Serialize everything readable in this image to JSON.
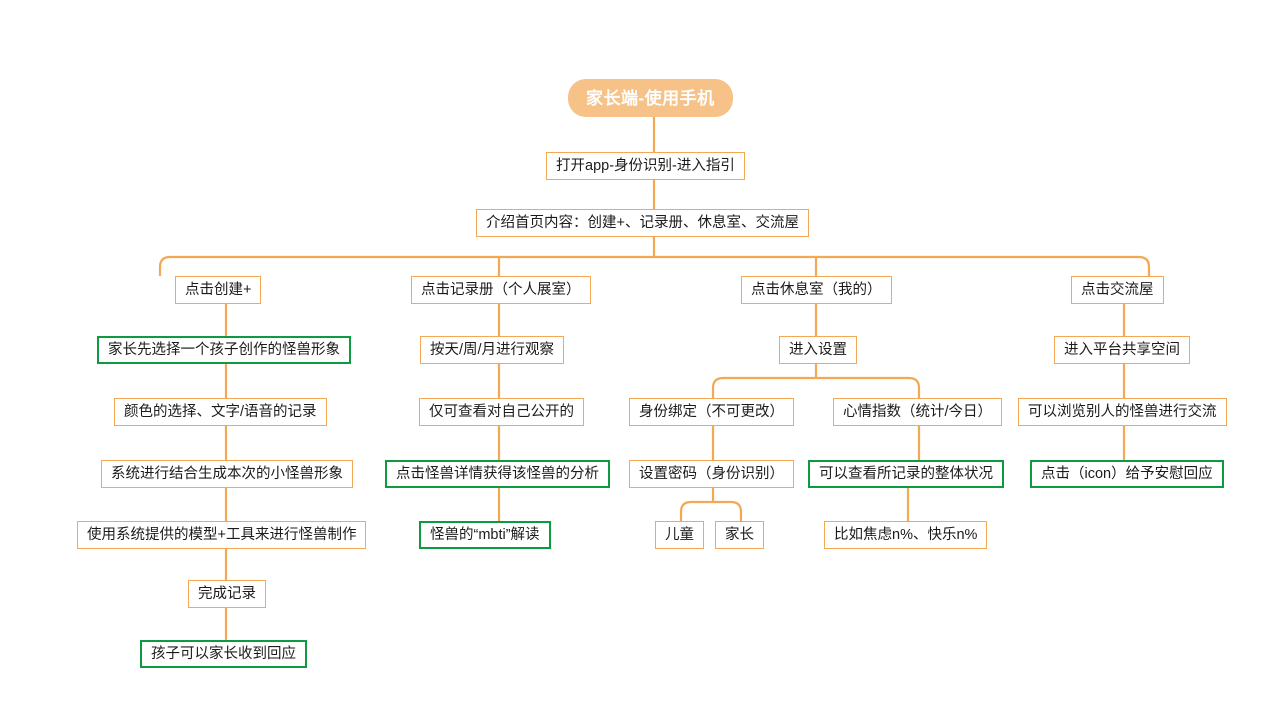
{
  "diagram": {
    "title": "家长端-使用手机",
    "background": "#ffffff",
    "colors": {
      "root_fill": "#F6C288",
      "root_text": "#ffffff",
      "orange_border": "#F3A954",
      "green_border": "#0E9B3F",
      "node_text": "#1b1b1b",
      "edge": "#F3A954"
    },
    "nodes": {
      "root": "家长端-使用手机",
      "n_open_app": "打开app-身份识别-进入指引",
      "n_intro": "介绍首页内容：创建+、记录册、休息室、交流屋",
      "n_create": "点击创建+",
      "n_record": "点击记录册（个人展室）",
      "n_rest": "点击休息室（我的）",
      "n_chat": "点击交流屋",
      "n_c1": "家长先选择一个孩子创作的怪兽形象",
      "n_c2": "颜色的选择、文字/语音的记录",
      "n_c3": "系统进行结合生成本次的小怪兽形象",
      "n_c4": "使用系统提供的模型+工具来进行怪兽制作",
      "n_c5": "完成记录",
      "n_c6": "孩子可以家长收到回应",
      "n_r1": "按天/周/月进行观察",
      "n_r2": "仅可查看对自己公开的",
      "n_r3": "点击怪兽详情获得该怪兽的分析",
      "n_r4": "怪兽的“mbti”解读",
      "n_s1": "进入设置",
      "n_s2": "身份绑定（不可更改）",
      "n_s3": "心情指数（统计/今日）",
      "n_s4": "设置密码（身份识别）",
      "n_s5": "可以查看所记录的整体状况",
      "n_s6": "儿童",
      "n_s7": "家长",
      "n_s8": "比如焦虑n%、快乐n%",
      "n_t1": "进入平台共享空间",
      "n_t2": "可以浏览别人的怪兽进行交流",
      "n_t3": "点击（icon）给予安慰回应"
    }
  }
}
